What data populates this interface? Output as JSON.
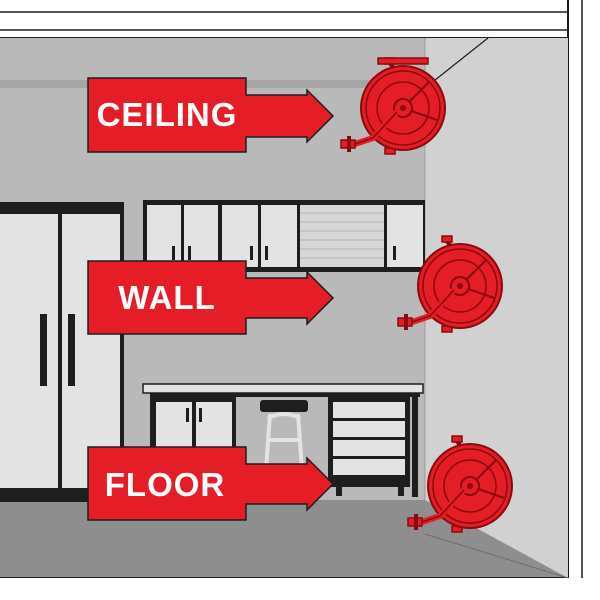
{
  "labels": {
    "ceiling": "CEILING",
    "wall": "WALL",
    "floor": "FLOOR"
  },
  "colors": {
    "accent_red": "#e41d26",
    "reel_dark": "#8a0a0e",
    "wall_gray": "#b9b9b9",
    "side_wall": "#d1d1d1",
    "floor_gray": "#8e8e8e",
    "cabinet_light": "#e3e3e3",
    "outline": "#1e1e1e"
  },
  "icons": [
    "hose-reel-icon",
    "arrow-right-icon"
  ]
}
